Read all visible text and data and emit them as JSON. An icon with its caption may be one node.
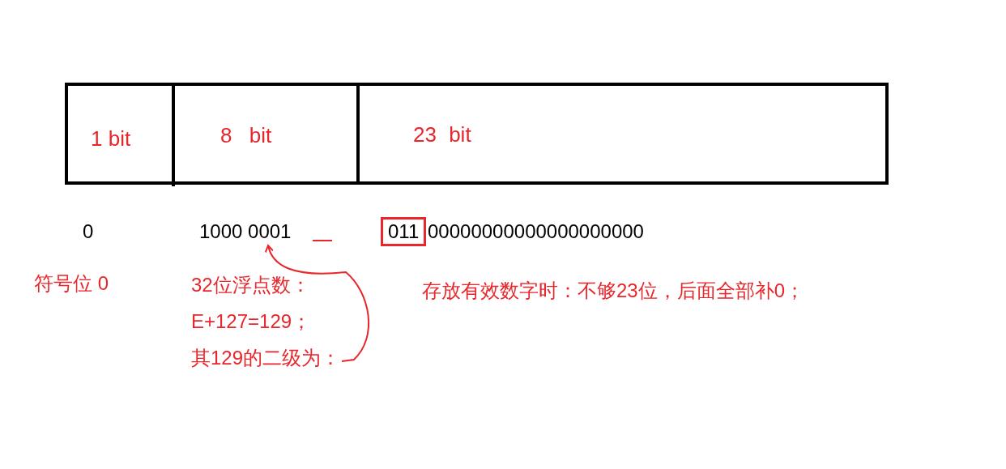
{
  "diagram": {
    "nodes": [
      {
        "text": [
          "1 bit"
        ]
      },
      {
        "text": [
          "8 bit"
        ]
      },
      {
        "text": [
          "23 bit"
        ]
      },
      {
        "text": [
          "1000 0001"
        ]
      },
      {
        "text": [
          "其129的二级为："
        ]
      },
      {
        "text": [
          "011"
        ]
      }
    ],
    "edges": [
      {
        "from": 4,
        "to": 3,
        "arrow": "to",
        "color": "#e8262b"
      }
    ],
    "labels": [
      "0",
      "00000000000000000000",
      "符号位 0",
      "32位浮点数：",
      "E+127=129；",
      "存放有效数字时：不够23位，后面全部补0；"
    ]
  }
}
